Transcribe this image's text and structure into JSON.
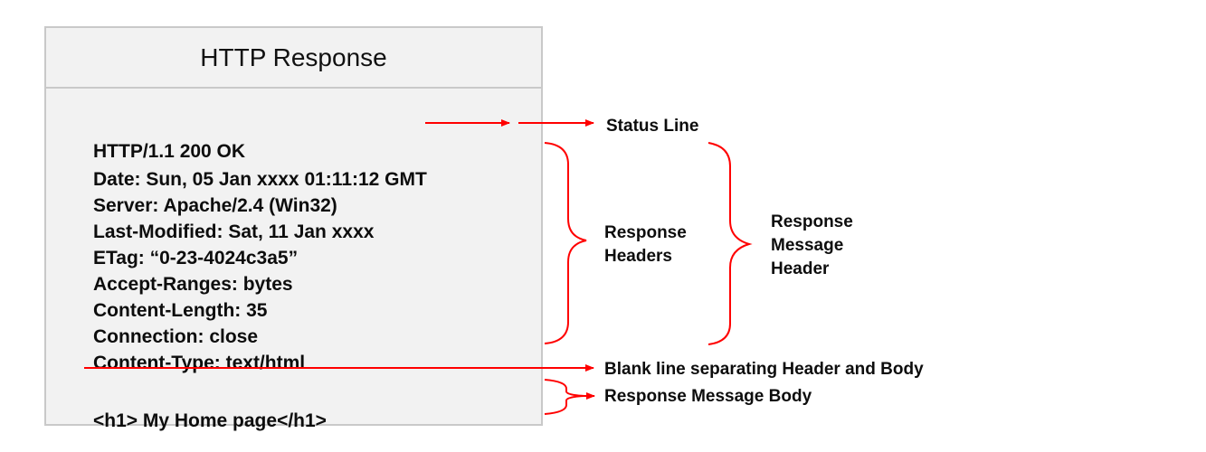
{
  "title": "HTTP Response",
  "status_line": "HTTP/1.1 200 OK",
  "headers": [
    "Date: Sun, 05 Jan xxxx 01:11:12 GMT",
    "Server: Apache/2.4 (Win32)",
    "Last-Modified:  Sat, 11 Jan xxxx",
    "ETag: “0-23-4024c3a5”",
    "Accept-Ranges:  bytes",
    "Content-Length:  35",
    "Connection:  close",
    "Content-Type:  text/html"
  ],
  "body_line": "<h1> My Home page</h1>",
  "annotations": {
    "status_line": "Status Line",
    "response_headers": [
      "Response",
      "Headers"
    ],
    "response_message_header": [
      "Response",
      "Message",
      "Header"
    ],
    "blank_line": "Blank line  separating Header and Body",
    "message_body": "Response Message Body"
  },
  "colors": {
    "annotation": "#ff0000",
    "box_fill": "#f2f2f2",
    "box_border": "#c9c9c9"
  }
}
